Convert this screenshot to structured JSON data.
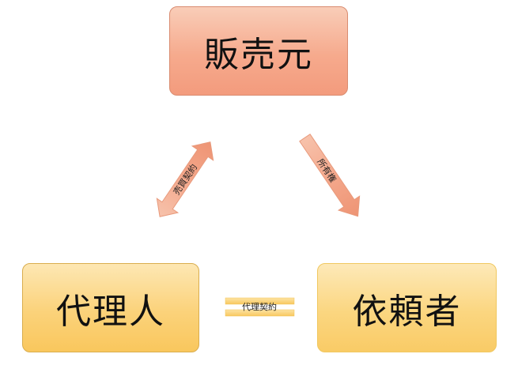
{
  "nodes": {
    "seller": "販売元",
    "agent": "代理人",
    "client": "依頼者"
  },
  "edges": {
    "sales_contract": "売買契約",
    "ownership": "所有権",
    "agency_contract": "代理契約"
  },
  "colors": {
    "seller_fill": "#f6aa8d",
    "agent_fill": "#fbd27a",
    "client_fill": "#fbd680",
    "arrow_fill": "#f4a88c",
    "connector_fill": "#fbd27a"
  }
}
